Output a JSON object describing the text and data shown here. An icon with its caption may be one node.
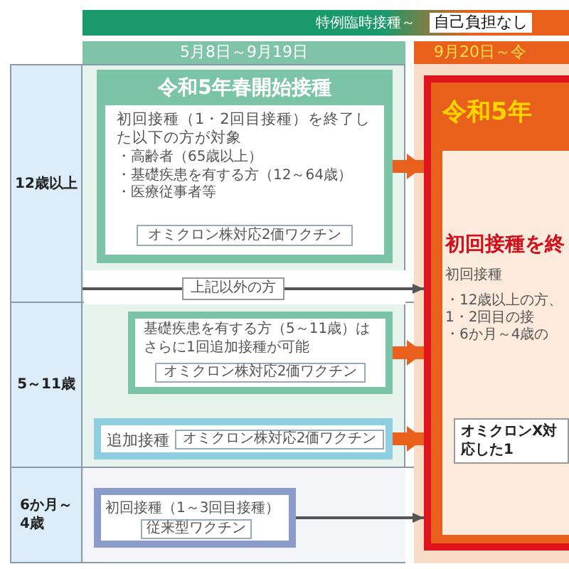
{
  "diagram": {
    "nodes": [
      {
        "text": [
          "特例臨時接種～"
        ]
      },
      {
        "text": [
          "自己負担なし"
        ],
        "in": 0
      },
      {
        "text": [
          "5月8日～9月19日"
        ]
      },
      {
        "text": [
          "9月20日～令"
        ]
      },
      {
        "text": [
          "12歳以上"
        ]
      },
      {
        "text": [
          "5～11歳"
        ]
      },
      {
        "text": [
          "6か月～4歳"
        ]
      },
      {
        "text": [
          "令和5年春開始接種"
        ]
      },
      {
        "text": [
          "初回接種（1・2回目接種）を終了した以下の方が対象",
          "・高齢者（65歳以上）",
          "・基礎疾患を有する方（12～64歳）",
          "・医療従事者等"
        ],
        "in": 7
      },
      {
        "text": [
          "オミクロン株対応2価ワクチン"
        ],
        "in": 8
      },
      {
        "text": [
          "基礎疾患を有する方（5～11歳）はさらに1回追加接種が可能"
        ]
      },
      {
        "text": [
          "オミクロン株対応2価ワクチン"
        ],
        "in": 10
      },
      {
        "text": [
          "追加接種"
        ]
      },
      {
        "text": [
          "オミクロン株対応2価ワクチン"
        ],
        "in": 12
      },
      {
        "text": [
          "初回接種（1～3回目接種）"
        ]
      },
      {
        "text": [
          "従来型ワクチン"
        ],
        "in": 14
      },
      {
        "text": [
          "令和5年"
        ]
      },
      {
        "text": [
          "初回接種を終",
          "初回接種",
          "・12歳以上の方、1・2回目の接",
          "・6か月～4歳の"
        ],
        "in": 16
      },
      {
        "text": [
          "オミクロンX対応した1"
        ],
        "in": 17
      }
    ],
    "edges": [
      {
        "from": 7,
        "to": 16,
        "arrow": "to"
      },
      {
        "from": null,
        "to": 16,
        "arrow": "to",
        "label": "上記以外の方",
        "color": "#555555"
      },
      {
        "from": 10,
        "to": 16,
        "arrow": "to"
      },
      {
        "from": 12,
        "to": 16,
        "arrow": "to"
      },
      {
        "from": 14,
        "to": 16,
        "arrow": "to",
        "color": "#555555"
      }
    ]
  }
}
